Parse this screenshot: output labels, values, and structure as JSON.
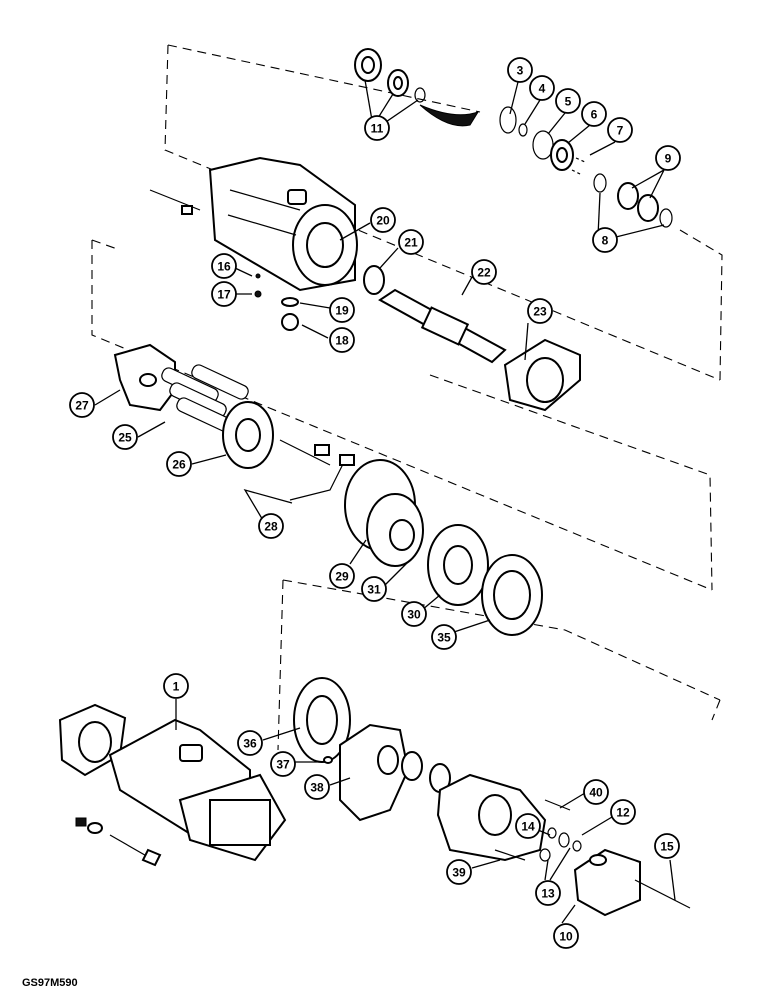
{
  "figure_code": "GS97M590",
  "callouts": [
    {
      "id": "c1",
      "label": "1"
    },
    {
      "id": "c3",
      "label": "3"
    },
    {
      "id": "c4",
      "label": "4"
    },
    {
      "id": "c5",
      "label": "5"
    },
    {
      "id": "c6",
      "label": "6"
    },
    {
      "id": "c7",
      "label": "7"
    },
    {
      "id": "c8",
      "label": "8"
    },
    {
      "id": "c9",
      "label": "9"
    },
    {
      "id": "c10",
      "label": "10"
    },
    {
      "id": "c11",
      "label": "11"
    },
    {
      "id": "c12",
      "label": "12"
    },
    {
      "id": "c13",
      "label": "13"
    },
    {
      "id": "c14",
      "label": "14"
    },
    {
      "id": "c15",
      "label": "15"
    },
    {
      "id": "c16",
      "label": "16"
    },
    {
      "id": "c17",
      "label": "17"
    },
    {
      "id": "c18",
      "label": "18"
    },
    {
      "id": "c19",
      "label": "19"
    },
    {
      "id": "c20",
      "label": "20"
    },
    {
      "id": "c21",
      "label": "21"
    },
    {
      "id": "c22",
      "label": "22"
    },
    {
      "id": "c23",
      "label": "23"
    },
    {
      "id": "c25",
      "label": "25"
    },
    {
      "id": "c26",
      "label": "26"
    },
    {
      "id": "c27",
      "label": "27"
    },
    {
      "id": "c28",
      "label": "28"
    },
    {
      "id": "c29",
      "label": "29"
    },
    {
      "id": "c30",
      "label": "30"
    },
    {
      "id": "c31",
      "label": "31"
    },
    {
      "id": "c35",
      "label": "35"
    },
    {
      "id": "c36",
      "label": "36"
    },
    {
      "id": "c37",
      "label": "37"
    },
    {
      "id": "c38",
      "label": "38"
    },
    {
      "id": "c39",
      "label": "39"
    },
    {
      "id": "c40",
      "label": "40"
    }
  ]
}
